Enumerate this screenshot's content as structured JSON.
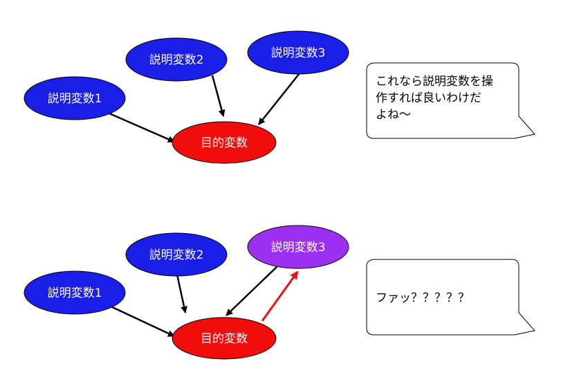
{
  "colors": {
    "explanatory_node": "#1a1ee6",
    "target_node": "#f20d0d",
    "changed_node": "#9b30f0",
    "node_stroke": "#000000",
    "edge": "#000000",
    "reverse_edge": "#ee1111",
    "bubble_fill": "#ffffff",
    "bubble_stroke": "#000000"
  },
  "diagrams": [
    {
      "nodes": {
        "x1": "説明変数1",
        "x2": "説明変数2",
        "x3": "説明変数3",
        "y": "目的変数"
      },
      "bubble_lines": [
        "これなら説明変数を操",
        "作すれば良いわけだ",
        "よね～"
      ]
    },
    {
      "nodes": {
        "x1": "説明変数1",
        "x2": "説明変数2",
        "x3": "説明変数3",
        "y": "目的変数"
      },
      "bubble_lines": [
        "ファッ？？？？？"
      ]
    }
  ]
}
